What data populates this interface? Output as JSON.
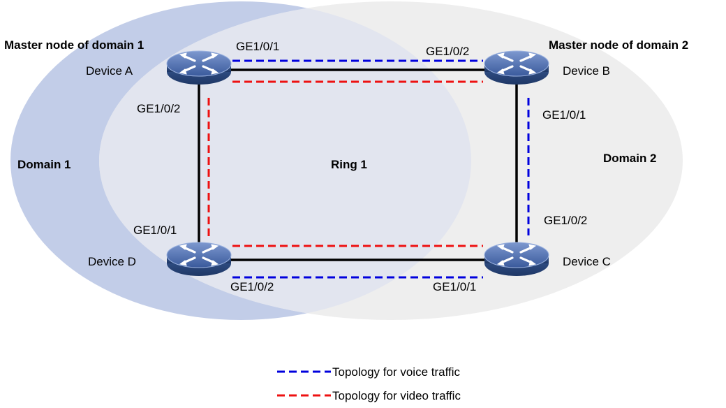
{
  "domains": [
    {
      "label": "Domain 1",
      "master_label": "Master node of domain 1",
      "color": "#c2cde8"
    },
    {
      "label": "Domain 2",
      "master_label": "Master node of domain 2",
      "color": "#eeeeee"
    }
  ],
  "overlap_color": "#e2e5ef",
  "ring_label": "Ring 1",
  "devices": {
    "a": {
      "label": "Device A"
    },
    "b": {
      "label": "Device B"
    },
    "c": {
      "label": "Device C"
    },
    "d": {
      "label": "Device D"
    }
  },
  "ports": {
    "a_top": "GE1/0/1",
    "b_top": "GE1/0/2",
    "a_left": "GE1/0/2",
    "b_right": "GE1/0/1",
    "d_left": "GE1/0/1",
    "c_right": "GE1/0/2",
    "d_bottom": "GE1/0/2",
    "c_bottom": "GE1/0/1"
  },
  "legend": [
    {
      "label": "Topology for voice traffic",
      "color": "#0000dd"
    },
    {
      "label": "Topology for video traffic",
      "color": "#ee1111"
    }
  ],
  "link_color": "#000000"
}
